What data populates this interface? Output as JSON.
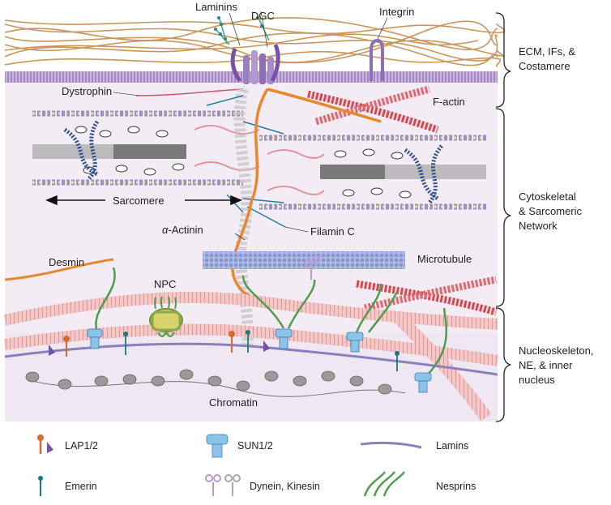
{
  "labels": {
    "laminins": "Laminins",
    "dgc": "DGC",
    "integrin": "Integrin",
    "dystrophin": "Dystrophin",
    "factin": "F-actin",
    "sarcomere": "Sarcomere",
    "actinin_prefix": "α",
    "actinin_rest": "-Actinin",
    "filamin": "Filamin C",
    "microtubule": "Microtubule",
    "desmin": "Desmin",
    "npc": "NPC",
    "chromatin": "Chromatin"
  },
  "side_labels": [
    [
      "ECM, IFs, &",
      "Costamere"
    ],
    [
      "Cytoskeletal",
      "& Sarcomeric",
      "Network"
    ],
    [
      "Nucleoskeleton,",
      "NE, & inner",
      "nucleus"
    ]
  ],
  "legend": [
    {
      "label": "LAP1/2",
      "icon": "lap-icon"
    },
    {
      "label": "SUN1/2",
      "icon": "sun-icon"
    },
    {
      "label": "Lamins",
      "icon": "lamins-icon"
    },
    {
      "label": "Emerin",
      "icon": "emerin-icon"
    },
    {
      "label": "Dynein, Kinesin",
      "icon": "dynein-kinesin-icon"
    },
    {
      "label": "Nesprins",
      "icon": "nesprins-icon"
    }
  ],
  "colors": {
    "ecm_fiber": "#c8955a",
    "membrane": "#9b7fbf",
    "cytoplasm": "#f3ecf5",
    "actin": "#d9484f",
    "desmin": "#e8872b",
    "nesprin": "#4f9e4f",
    "sun": "#8cc3ea",
    "lamin": "#8b7fc0",
    "lap_orange": "#d86b2a",
    "lap_purple": "#7a4fa8",
    "emerin": "#177a7a",
    "microtubule": "#8da0d4",
    "npc": "#8ca84a",
    "chromatin": "#888888"
  }
}
